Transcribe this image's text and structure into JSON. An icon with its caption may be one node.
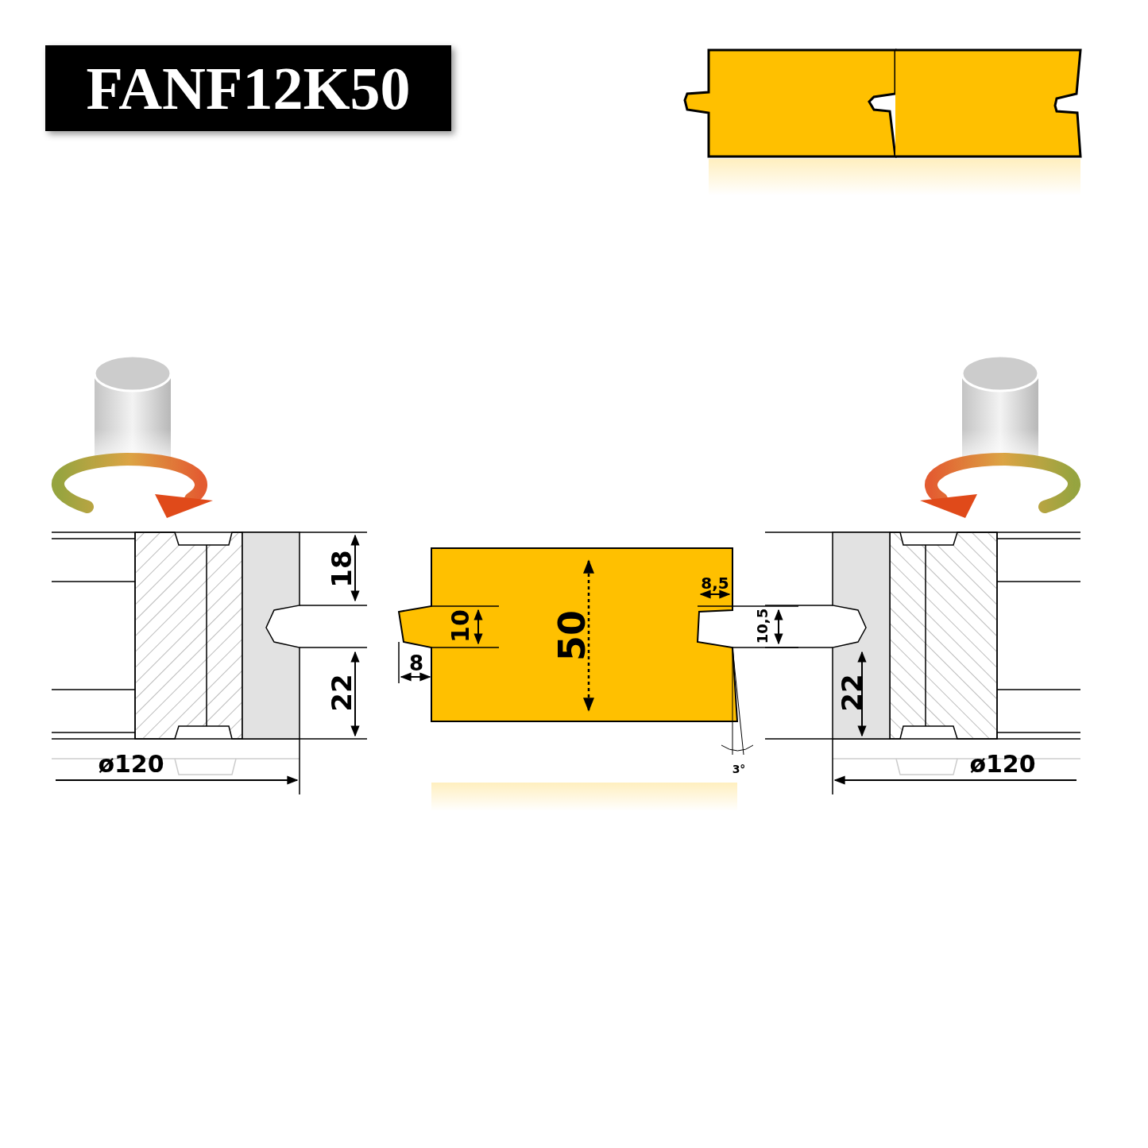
{
  "diagram": {
    "title": "FANF12K50",
    "labels": [
      "18",
      "22",
      "ø120",
      "10",
      "8",
      "50",
      "8,5",
      "10,5",
      "3°",
      "22",
      "ø120"
    ]
  }
}
